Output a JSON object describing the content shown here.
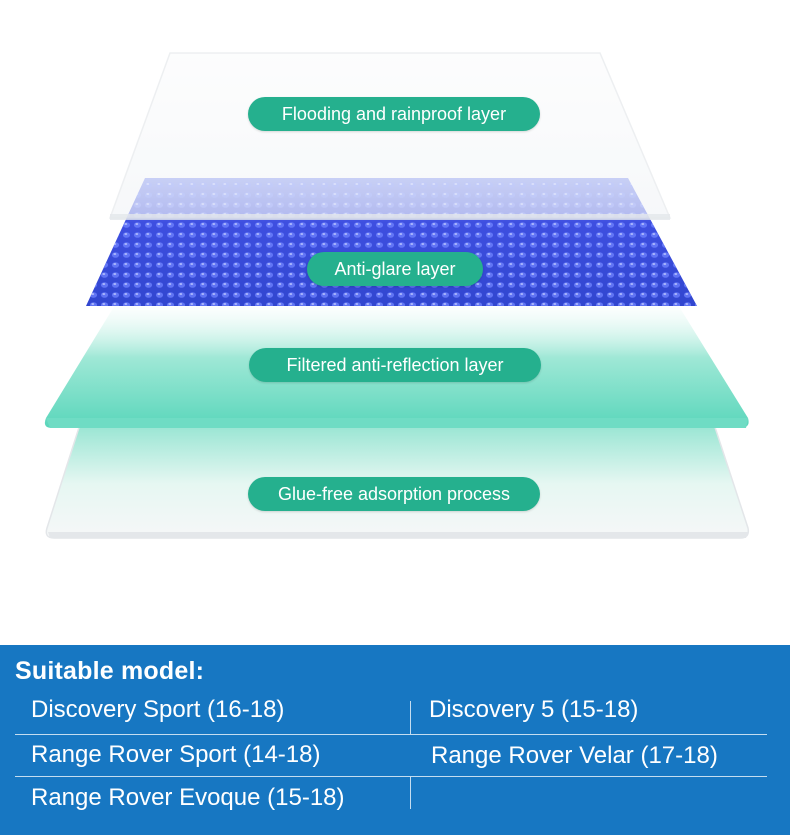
{
  "layers": [
    {
      "label": "Flooding and rainproof layer"
    },
    {
      "label": "Anti-glare layer"
    },
    {
      "label": "Filtered anti-reflection layer"
    },
    {
      "label": "Glue-free adsorption process"
    }
  ],
  "colors": {
    "label_pill": "#25b08e",
    "panel_background": "#1777c2",
    "anti_glare_layer": "#3c4fd6",
    "anti_reflection_layer": "#55dcc0"
  },
  "models": {
    "title": "Suitable model:",
    "items": [
      "Discovery Sport (16-18)",
      "Discovery 5 (15-18)",
      "Range Rover Sport (14-18)",
      "Range Rover Velar (17-18)",
      "Range Rover Evoque (15-18)"
    ]
  }
}
